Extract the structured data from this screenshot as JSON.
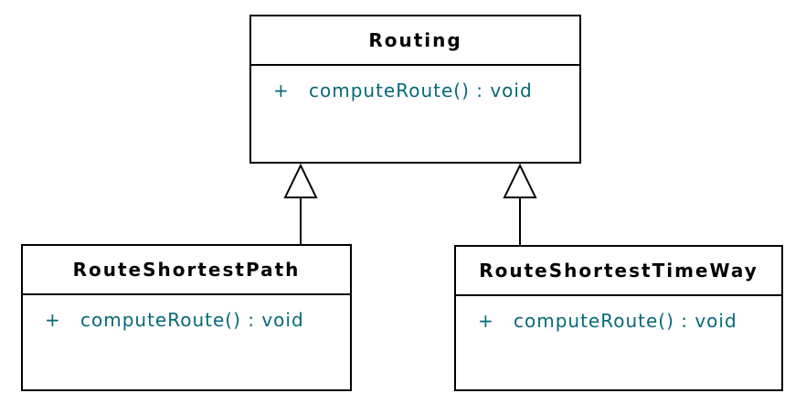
{
  "diagram": {
    "kind": "uml-class-diagram",
    "colors": {
      "background": "#ffffff",
      "box_border": "#000000",
      "class_name_text": "#000000",
      "member_text": "#066978"
    },
    "classes": [
      {
        "name": "Routing",
        "methods": [
          {
            "visibility": "+",
            "signature": "computeRoute() : void"
          }
        ]
      },
      {
        "name": "RouteShortestPath",
        "methods": [
          {
            "visibility": "+",
            "signature": "computeRoute() : void"
          }
        ]
      },
      {
        "name": "RouteShortestTimeWay",
        "methods": [
          {
            "visibility": "+",
            "signature": "computeRoute() : void"
          }
        ]
      }
    ],
    "relations": [
      {
        "type": "generalization",
        "from": "RouteShortestPath",
        "to": "Routing"
      },
      {
        "type": "generalization",
        "from": "RouteShortestTimeWay",
        "to": "Routing"
      }
    ]
  }
}
